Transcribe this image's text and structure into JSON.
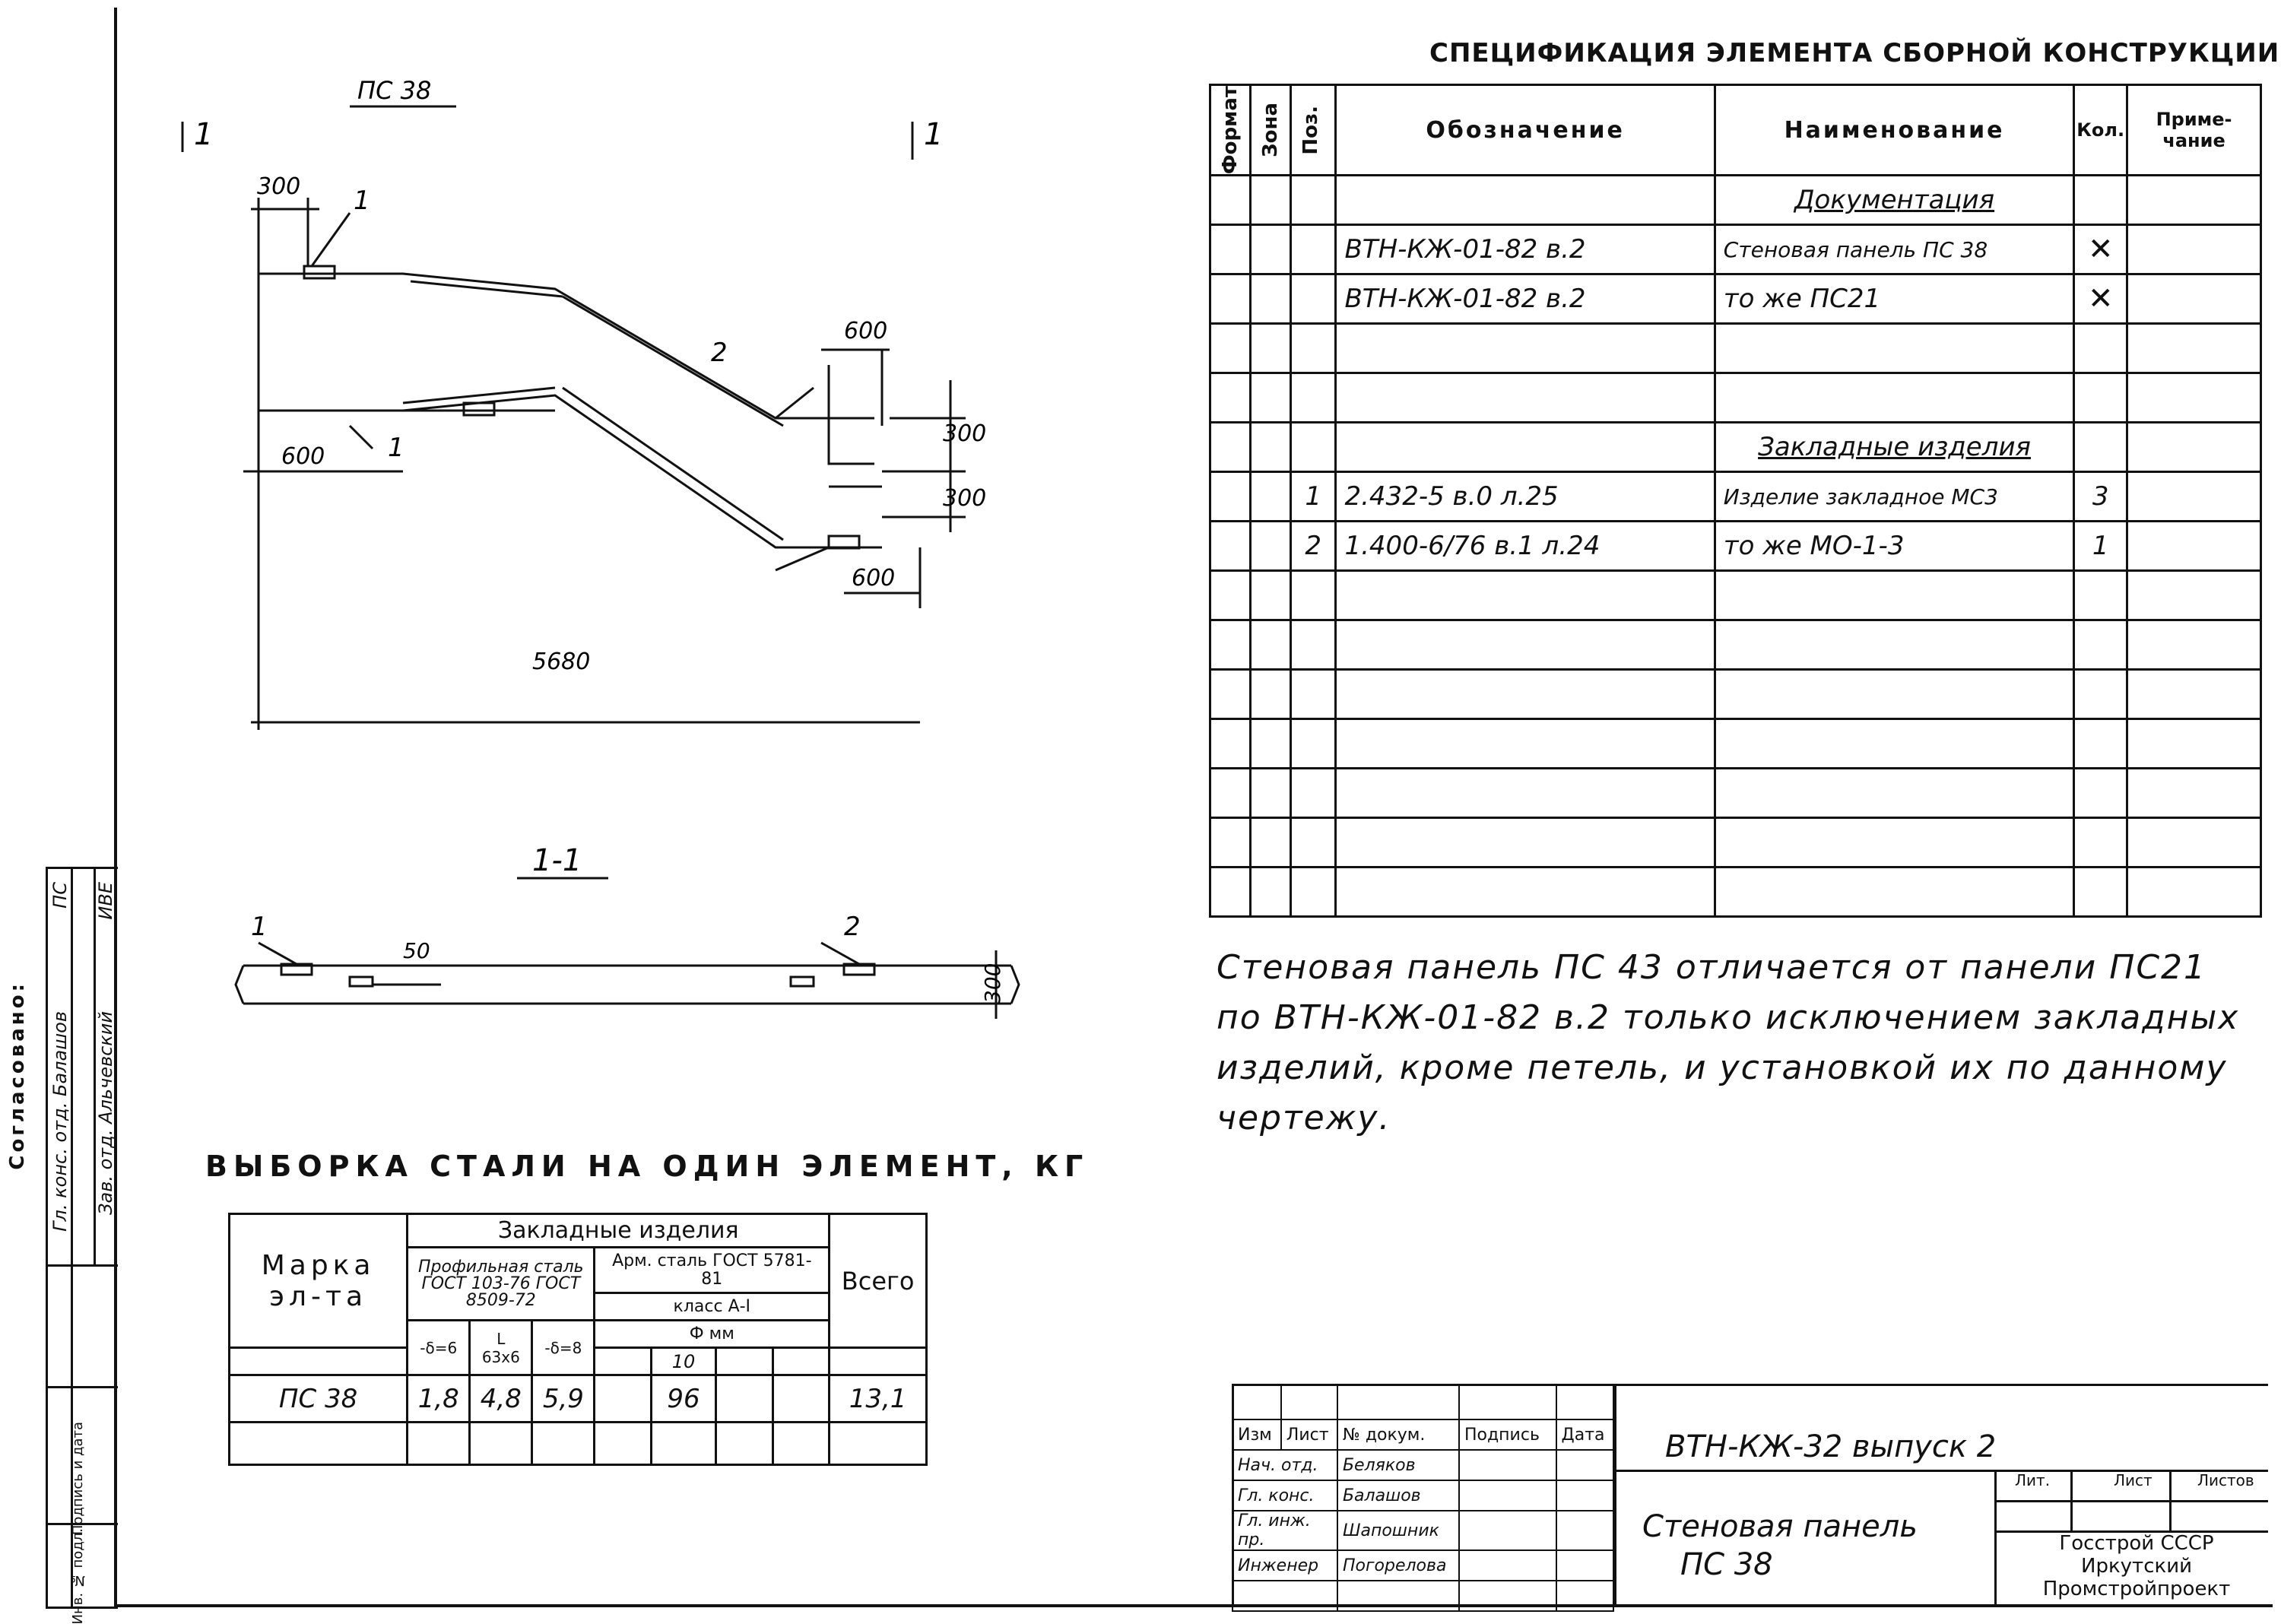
{
  "drawing": {
    "title": "ПС 38",
    "section_mark": "1",
    "section_title": "1-1",
    "dims": {
      "d300_top": "300",
      "d600_right": "600",
      "d600_left": "600",
      "d300_r1": "300",
      "d300_r2": "300",
      "d600_bottom": "600",
      "d5680": "5680",
      "d50": "50",
      "d300_sec": "300"
    },
    "positions": {
      "p1": "1",
      "p2": "2",
      "p1b": "1",
      "p2b": "2"
    }
  },
  "spec": {
    "title": "СПЕЦИФИКАЦИЯ ЭЛЕМЕНТА СБОРНОЙ КОНСТРУКЦИИ",
    "headers": {
      "format": "Формат",
      "zone": "Зона",
      "pos": "Поз.",
      "designation": "Обозначение",
      "name": "Наименование",
      "qty": "Кол.",
      "note": "Приме-чание"
    },
    "section_docs": "Документация",
    "doc_row1": {
      "designation": "ВТН-КЖ-01-82 в.2",
      "name": "Стеновая панель ПС 38"
    },
    "doc_row2": {
      "designation": "ВТН-КЖ-01-82 в.2",
      "name": "то же ПС21"
    },
    "section_parts": "Закладные изделия",
    "part_row1": {
      "pos": "1",
      "designation": "2.432-5 в.0 л.25",
      "name": "Изделие закладное МС3",
      "qty": "3"
    },
    "part_row2": {
      "pos": "2",
      "designation": "1.400-6/76 в.1 л.24",
      "name": "то же МО-1-3",
      "qty": "1"
    }
  },
  "note": {
    "line1": "Стеновая панель ПС 43 отличается от панели ПС21",
    "line2": "по ВТН-КЖ-01-82 в.2 только исключением закладных",
    "line3": "изделий, кроме петель, и установкой их по данному",
    "line4": "чертежу."
  },
  "steel": {
    "title": "ВЫБОРКА СТАЛИ НА ОДИН ЭЛЕМЕНТ, КГ",
    "h_mark": "Марка эл-та",
    "h_embedded": "Закладные изделия",
    "h_profile": "Профильная сталь ГОСТ 103-76 ГОСТ 8509-72",
    "h_rebar": "Арм. сталь ГОСТ 5781-81",
    "h_class": "класс А-I",
    "h_diam": "Ф мм",
    "h_s6": "-δ=6",
    "h_l63": "L 63х6",
    "h_s8": "-δ=8",
    "h_10": "10",
    "h_total": "Всего",
    "row": {
      "mark": "ПС 38",
      "s6": "1,8",
      "l63": "4,8",
      "s8": "5,9",
      "d10": "96",
      "total": "13,1"
    }
  },
  "approval": {
    "title": "Согласовано:",
    "row1": "Гл. конс. отд. Балашов",
    "row2": "Зав. отд. Альчевский",
    "code1": "ПС",
    "code2": "ИВЕ"
  },
  "side": {
    "inv": "Инв. № подл.",
    "sign": "Подпись и дата"
  },
  "stamp": {
    "doc_code": "ВТН-КЖ-32 выпуск 2",
    "h_izm": "Изм",
    "h_list": "Лист",
    "h_ndoc": "№ докум.",
    "h_sign": "Подпись",
    "h_date": "Дата",
    "r1": "Нач. отд.",
    "r2": "Гл. конс.",
    "r3": "Гл. инж. пр.",
    "r4": "Инженер",
    "n1": "Беляков",
    "n2": "Балашов",
    "n3": "Шапошник",
    "n4": "Погорелова",
    "title1": "Стеновая панель",
    "title2": "ПС 38",
    "h_stage": "Лит.",
    "h_sheet": "Лист",
    "h_sheets": "Листов",
    "org1": "Госстрой СССР",
    "org2": "Иркутский",
    "org3": "Промстройпроект"
  }
}
